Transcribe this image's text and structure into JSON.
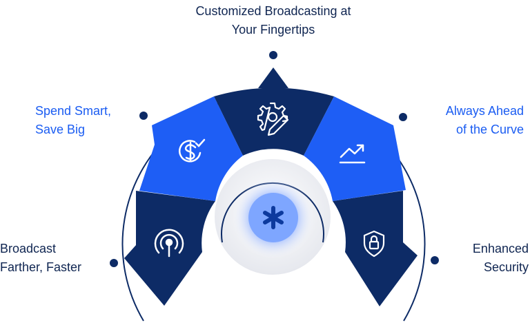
{
  "colors": {
    "navy": "#0d2b66",
    "blue": "#1e5ef5",
    "ring": "#0d2b66",
    "dark_text": "#0f2551",
    "blue_text": "#1a5cf2",
    "hub_glow": "#7ea6ff"
  },
  "labels": {
    "top": {
      "line1": "Customized Broadcasting at",
      "line2": "Your Fingertips"
    },
    "upper_left": {
      "line1": "Spend Smart,",
      "line2": "Save Big"
    },
    "upper_right": {
      "line1": "Always Ahead",
      "line2": "of the Curve"
    },
    "lower_left": {
      "line1": "Broadcast",
      "line2": "Farther, Faster"
    },
    "lower_right": {
      "line1": "Enhanced",
      "line2": "Security"
    }
  },
  "segments": [
    {
      "id": "broadcast",
      "color": "navy",
      "icon": "broadcast-antenna-icon"
    },
    {
      "id": "spend",
      "color": "blue",
      "icon": "dollar-check-icon"
    },
    {
      "id": "customize",
      "color": "navy",
      "icon": "gear-pencil-icon"
    },
    {
      "id": "ahead",
      "color": "blue",
      "icon": "trend-up-icon"
    },
    {
      "id": "security",
      "color": "navy",
      "icon": "shield-lock-icon"
    }
  ],
  "hub": {
    "icon": "asterisk-icon"
  }
}
